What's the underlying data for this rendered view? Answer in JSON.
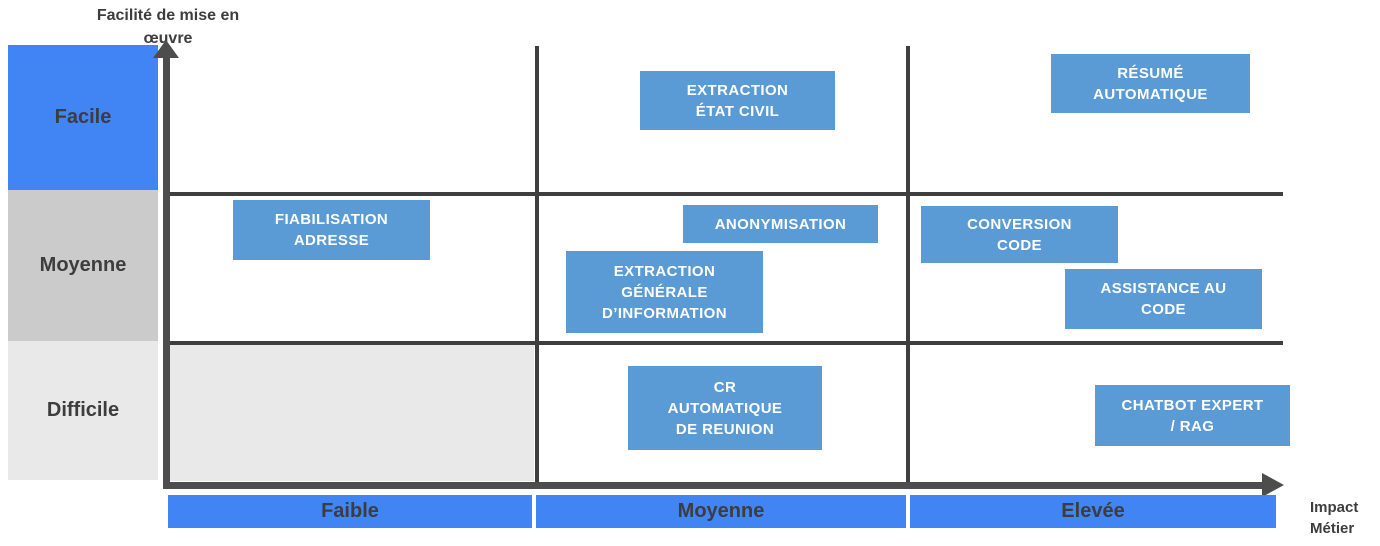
{
  "y_axis": {
    "label": "Facilité de mise en\nœuvre",
    "levels": [
      {
        "label": "Facile",
        "color": "#4184f3"
      },
      {
        "label": "Moyenne",
        "color": "#cbcbcb"
      },
      {
        "label": "Difficile",
        "color": "#e9e9e9"
      }
    ]
  },
  "x_axis": {
    "label": "Impact\nMétier",
    "levels": [
      {
        "label": "Faible"
      },
      {
        "label": "Moyenne"
      },
      {
        "label": "Elevée"
      }
    ],
    "bar_color": "#4184f3"
  },
  "use_cases": [
    {
      "label": "EXTRACTION\nÉTAT CIVIL",
      "ease": "Facile",
      "impact": "Moyenne"
    },
    {
      "label": "RÉSUMÉ\nAUTOMATIQUE",
      "ease": "Facile",
      "impact": "Elevée"
    },
    {
      "label": "FIABILISATION\nADRESSE",
      "ease": "Moyenne",
      "impact": "Faible"
    },
    {
      "label": "ANONYMISATION",
      "ease": "Moyenne",
      "impact": "Moyenne"
    },
    {
      "label": "EXTRACTION\nGÉNÉRALE\nD’INFORMATION",
      "ease": "Moyenne",
      "impact": "Moyenne"
    },
    {
      "label": "CONVERSION\nCODE",
      "ease": "Moyenne",
      "impact": "Elevée"
    },
    {
      "label": "ASSISTANCE AU\nCODE",
      "ease": "Moyenne",
      "impact": "Elevée"
    },
    {
      "label": "CR\nAUTOMATIQUE\nDE REUNION",
      "ease": "Difficile",
      "impact": "Moyenne"
    },
    {
      "label": "CHATBOT EXPERT\n/ RAG",
      "ease": "Difficile",
      "impact": "Elevée"
    }
  ],
  "colors": {
    "accent_blue": "#4184f3",
    "use_case_blue": "#5b9bd5",
    "grid_line": "#3f3f3f",
    "axis_arrow": "#4d4d4d",
    "row_moyenne_gray": "#cbcbcb",
    "row_difficile_gray": "#e9e9e9",
    "label_text": "#3d3d3d",
    "use_case_text": "#ffffff"
  }
}
